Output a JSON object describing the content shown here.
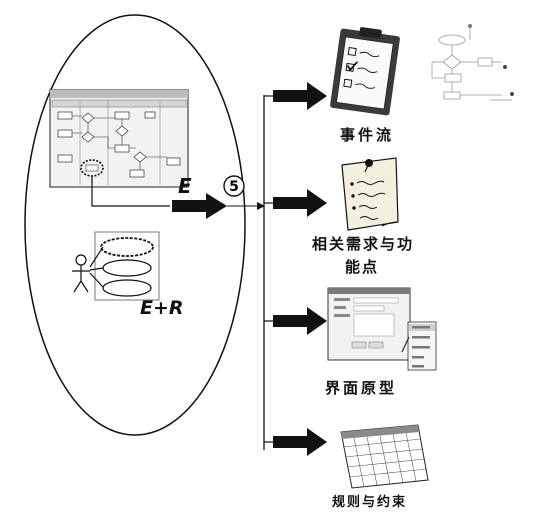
{
  "labels": {
    "event_flow": "事件流",
    "requirements_line1": "相关需求与功",
    "requirements_line2": "能点",
    "ui_prototype": "界面原型",
    "rules_constraints": "规则与约束",
    "e": "E",
    "e_plus_r": "E+R",
    "step": "⑤"
  },
  "colors": {
    "ink": "#111111",
    "paper": "#f4f0df",
    "grey": "#9a9a9a"
  },
  "icons": [
    "clipboard-icon",
    "note-paper-icon",
    "form-window-icon",
    "calendar-grid-icon",
    "flowchart-icon",
    "actor-icon",
    "use-case-ellipse-icon",
    "arrow-icon"
  ]
}
